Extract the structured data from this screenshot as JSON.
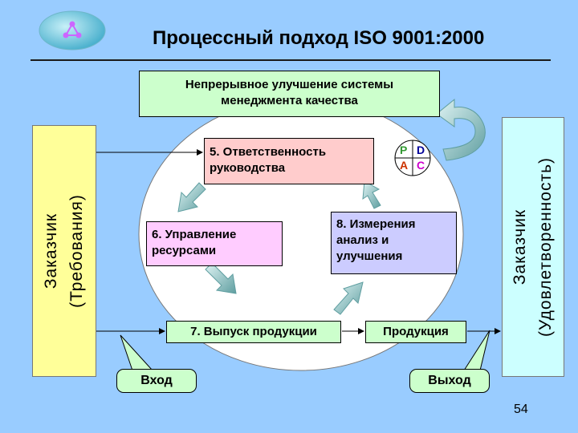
{
  "slide": {
    "title": "Процессный подход ISO 9001:2000",
    "page_number": "54"
  },
  "boxes": {
    "improvement": [
      "Непрерывное улучшение системы",
      "менеджмента качества"
    ],
    "responsibility": [
      "5. Ответственность",
      "руководства"
    ],
    "resources": [
      "6. Управление",
      "ресурсами"
    ],
    "measurement": [
      "8. Измерения",
      "анализ и",
      "улучшения"
    ],
    "release": "7. Выпуск продукции",
    "product": "Продукция"
  },
  "customer_left": [
    "Заказчик",
    "(Требования)"
  ],
  "customer_right": [
    "Заказчик",
    "(Удовлетворенность)"
  ],
  "tags": {
    "input": "Вход",
    "output": "Выход"
  },
  "pdca": {
    "p": "P",
    "d": "D",
    "a": "A",
    "c": "C"
  },
  "colors": {
    "background": "#99ccff",
    "improvement_box": "#ccffcc",
    "responsibility_box": "#ffcccc",
    "resources_box": "#ffccff",
    "measurement_box": "#ccccff",
    "customer_left": "#ffff99",
    "customer_right": "#ccffff",
    "pdca_p": "#339933",
    "pdca_d": "#000099",
    "pdca_a": "#cc3300",
    "pdca_c": "#cc00cc"
  },
  "icons": {
    "logo": "triangle-nodes-logo-icon",
    "cycle_arrows": "curved-block-arrow-icon",
    "feedback_arrow": "u-turn-arrow-icon"
  }
}
